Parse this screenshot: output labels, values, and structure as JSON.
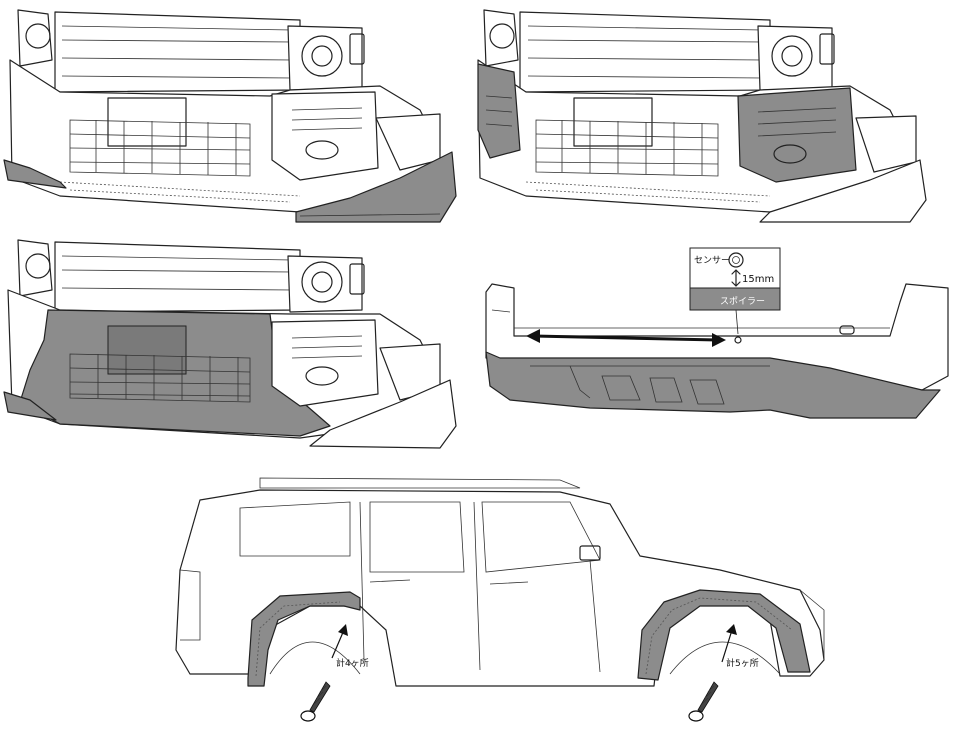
{
  "callout": {
    "sensor_label": "センサー",
    "gap_label": "15mm",
    "spoiler_label": "スポイラー"
  },
  "screws": {
    "front_count": "計4ヶ所",
    "rear_count": "計5ヶ所"
  },
  "colors": {
    "highlight": "#8c8c8c",
    "line": "#222222",
    "background": "#ffffff"
  },
  "icons": [
    "screw-icon",
    "arrow-icon",
    "double-arrow-icon",
    "sensor-icon"
  ]
}
